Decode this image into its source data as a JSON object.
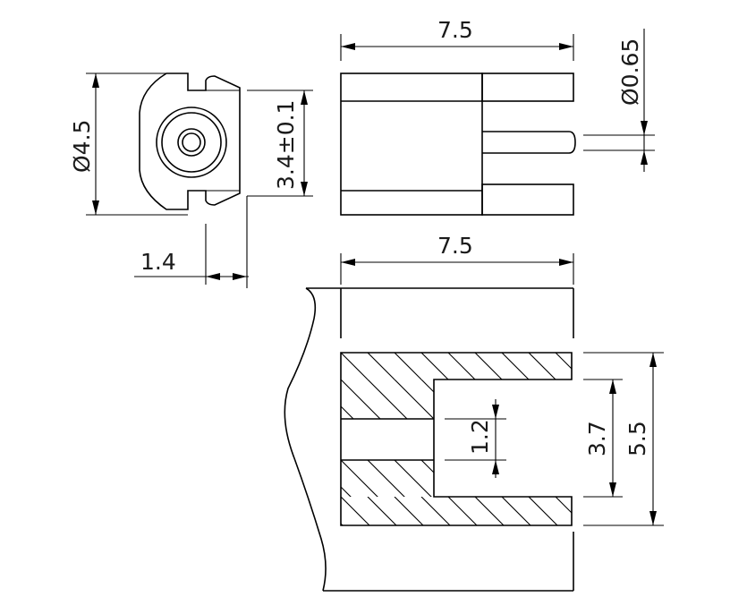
{
  "drawing": {
    "colors": {
      "line": "#000000",
      "background": "#ffffff"
    },
    "dimensions": {
      "top_view_length": "7.5",
      "pin_diameter": "Ø0.65",
      "body_diameter": "Ø4.5",
      "flat_width": "3.4±0.1",
      "offset": "1.4",
      "section_length": "7.5",
      "pin_height": "1.2",
      "bore_depth": "3.7",
      "body_height": "5.5"
    }
  }
}
